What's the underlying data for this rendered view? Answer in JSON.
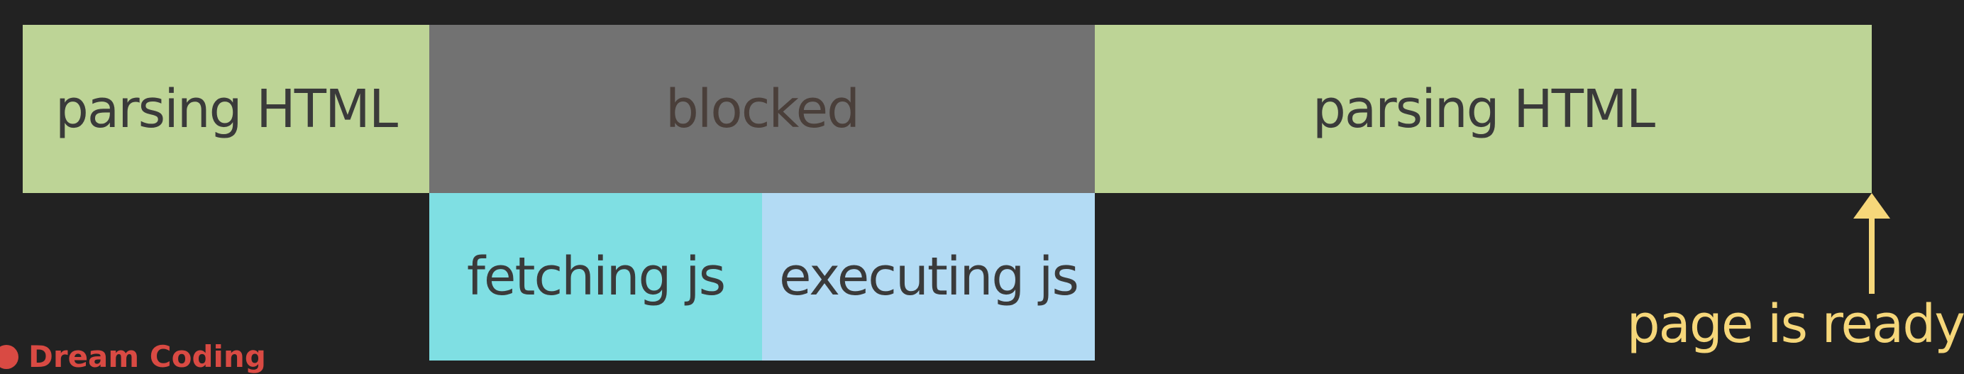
{
  "blocks": {
    "parsing_html_first": "parsing HTML",
    "blocked": "blocked",
    "parsing_html_second": "parsing HTML",
    "fetching_js": "fetching js",
    "executing_js": "executing js"
  },
  "marker": {
    "label": "page is ready",
    "icon": "up-arrow-icon",
    "color": "#f6d77a"
  },
  "watermark": {
    "text": "Dream Coding",
    "color": "#d94a43"
  },
  "colors": {
    "parsing": "#bdd496",
    "blocked": "#727272",
    "fetching": "#7fdfe3",
    "executing": "#b3dbf4",
    "background": "#222222"
  }
}
